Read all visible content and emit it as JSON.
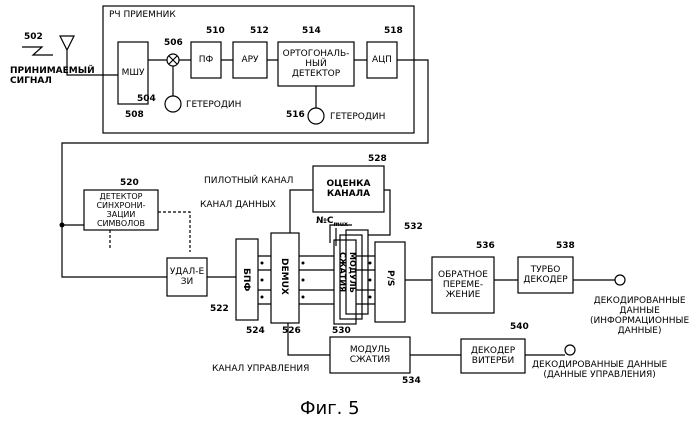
{
  "labels": {
    "rf_receiver": "РЧ ПРИЕМНИК",
    "lna": "МШУ",
    "bpf": "ПФ",
    "agc": "АРУ",
    "quad_detector": "ОРТОГОНАЛЬ-\nНЫЙ\nДЕТЕКТОР",
    "adc": "АЦП",
    "lo1": "ГЕТЕРОДИН",
    "lo2": "ГЕТЕРОДИН",
    "received_signal": "ПРИНИМАЕМЫЙ\nСИГНАЛ",
    "sync_detector": "ДЕТЕКТОР\nСИНХРОНИ-\nЗАЦИИ\nСИМВОЛОВ",
    "gi_removal": "УДАЛ-Е\nЗИ",
    "fft": "БПФ",
    "demux": "DEMUX",
    "despreader_vert": "МОДУЛЬ\nСЖАТИЯ",
    "ps": "P/S",
    "deinterleave": "ОБРАТНОЕ\nПЕРЕМЕ-\nЖЕНИЕ",
    "turbo": "ТУРБО\nДЕКОДЕР",
    "channel_est": "ОЦЕНКА\nКАНАЛА",
    "pilot_channel": "ПИЛОТНЫЙ КАНАЛ",
    "data_channel": "КАНАЛ ДАННЫХ",
    "cmux": "№C",
    "cmux_sub": "mux",
    "despreader2": "МОДУЛЬ\nСЖАТИЯ",
    "viterbi": "ДЕКОДЕР\nВИТЕРБИ",
    "control_channel": "КАНАЛ УПРАВЛЕНИЯ",
    "decoded_info": "ДЕКОДИРОВАННЫЕ\nДАННЫЕ\n(ИНФОРМАЦИОННЫЕ\nДАННЫЕ)",
    "decoded_ctrl": "ДЕКОДИРОВАННЫЕ ДАННЫЕ\n(ДАННЫЕ УПРАВЛЕНИЯ)",
    "caption": "Фиг. 5"
  },
  "refs": {
    "r502": "502",
    "r504": "504",
    "r506": "506",
    "r508": "508",
    "r510": "510",
    "r512": "512",
    "r514": "514",
    "r516": "516",
    "r518": "518",
    "r520": "520",
    "r522": "522",
    "r524": "524",
    "r526": "526",
    "r528": "528",
    "r530": "530",
    "r532": "532",
    "r534": "534",
    "r536": "536",
    "r538": "538",
    "r540": "540"
  }
}
